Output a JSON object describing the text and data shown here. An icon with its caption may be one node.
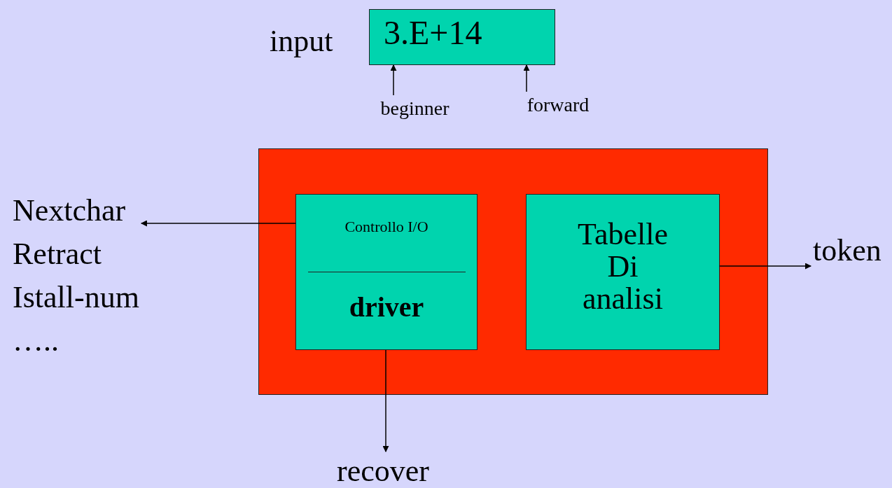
{
  "diagram": {
    "nodes": [
      {
        "text": [
          "3.E+14"
        ],
        "beside": [
          "input"
        ]
      },
      {
        "text": [
          "beginner"
        ]
      },
      {
        "text": [
          "forward"
        ]
      },
      {
        "text": [],
        "shape": "box"
      },
      {
        "text": [
          "Controllo I/O",
          "driver"
        ],
        "in": 3
      },
      {
        "text": [
          "Tabelle Di analisi"
        ],
        "in": 3
      },
      {
        "text": [
          "Nextchar Retract Istall-num ….."
        ]
      },
      {
        "text": [
          "token"
        ]
      },
      {
        "text": [
          "recover"
        ]
      }
    ],
    "edges": [
      {
        "from": 1,
        "to": 0,
        "arrow": "to"
      },
      {
        "from": 2,
        "to": 0,
        "arrow": "to"
      },
      {
        "from": 4,
        "to": 6,
        "arrow": "to"
      },
      {
        "from": 5,
        "to": 7,
        "arrow": "to"
      },
      {
        "from": 4,
        "to": 8,
        "arrow": "to"
      }
    ]
  }
}
